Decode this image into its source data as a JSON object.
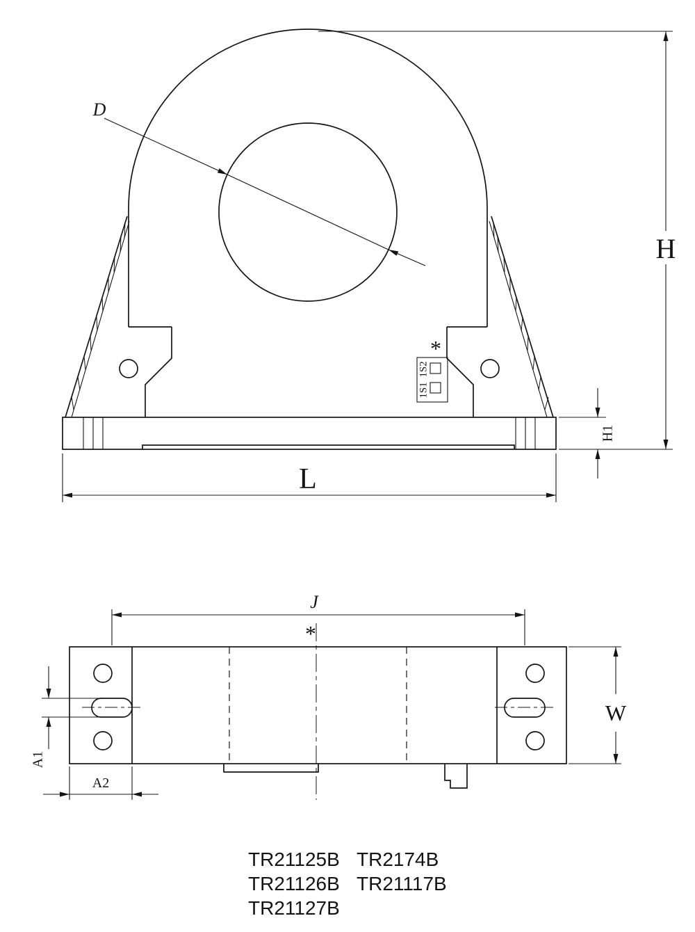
{
  "front_view": {
    "labels": {
      "d": "D",
      "h": "H",
      "h1": "H1",
      "l": "L",
      "asterisk": "*",
      "terminal_top": "1S2",
      "terminal_bottom": "1S1"
    }
  },
  "plan_view": {
    "labels": {
      "j": "J",
      "w": "W",
      "a1": "A1",
      "a2": "A2",
      "asterisk": "*"
    }
  },
  "part_numbers": {
    "col1": [
      "TR21125B",
      "TR21126B",
      "TR21127B"
    ],
    "col2": [
      "TR2174B",
      "TR21117B"
    ]
  },
  "colors": {
    "line": "#141414",
    "background": "#ffffff"
  }
}
